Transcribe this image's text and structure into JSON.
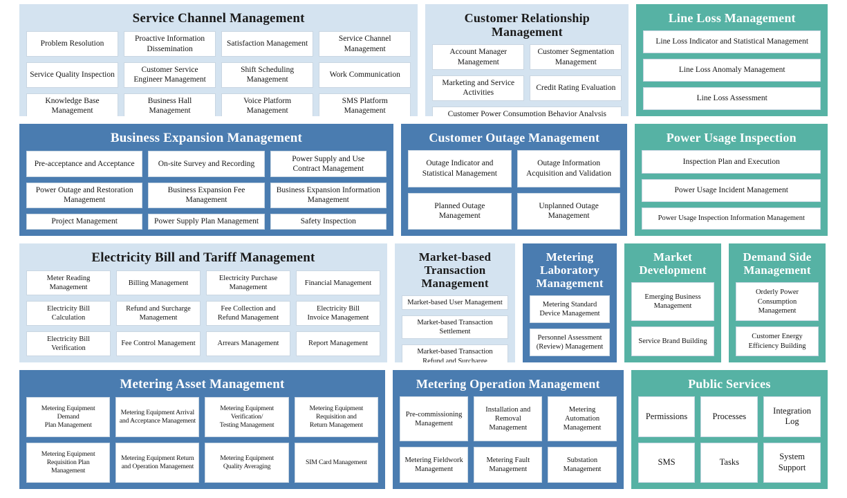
{
  "panels": {
    "service_channel": {
      "title": "Service Channel Management",
      "theme": "lightblue",
      "items": [
        "Problem Resolution",
        "Proactive Information\nDissemination",
        "Satisfaction Management",
        "Service Channel Management",
        "Service Quality Inspection",
        "Customer Service\nEngineer Management",
        "Shift Scheduling Management",
        "Work Communication",
        "Knowledge Base Management",
        "Business Hall Management",
        "Voice Platform Management",
        "SMS Platform Management"
      ]
    },
    "customer_relationship": {
      "title": "Customer Relationship Management",
      "theme": "lightblue",
      "items": [
        "Account Manager Management",
        "Customer Segmentation\nManagement",
        "Marketing and Service\nActivities",
        "Credit Rating Evaluation",
        "Customer Power Consumption Behavior Analysis"
      ]
    },
    "line_loss": {
      "title": "Line Loss Management",
      "theme": "green",
      "items": [
        "Line Loss Indicator and Statistical Management",
        "Line Loss Anomaly Management",
        "Line Loss Assessment"
      ]
    },
    "business_expansion": {
      "title": "Business Expansion Management",
      "theme": "darkblue",
      "items": [
        "Pre-acceptance and Acceptance",
        "On-site Survey and Recording",
        "Power Supply and Use\nContract Management",
        "Power Outage and Restoration\nManagement",
        "Business Expansion Fee Management",
        "Business Expansion Information\nManagement",
        "Project Management",
        "Power Supply Plan Management",
        "Safety Inspection"
      ]
    },
    "customer_outage": {
      "title": "Customer Outage Management",
      "theme": "darkblue",
      "items": [
        "Outage Indicator and\nStatistical Management",
        "Outage Information\nAcquisition and Validation",
        "Planned Outage\nManagement",
        "Unplanned Outage\nManagement"
      ]
    },
    "power_usage_inspection": {
      "title": "Power Usage Inspection",
      "theme": "green",
      "items": [
        "Inspection Plan and Execution",
        "Power Usage Incident Management",
        "Power Usage Inspection Information Management"
      ]
    },
    "electricity_bill": {
      "title": "Electricity Bill and Tariff Management",
      "theme": "lightblue",
      "items": [
        "Meter Reading Management",
        "Billing Management",
        "Electricity Purchase\nManagement",
        "Financial Management",
        "Electricity Bill Calculation",
        "Refund and Surcharge\nManagement",
        "Fee Collection and\nRefund Management",
        "Electricity Bill\nInvoice Management",
        "Electricity Bill Verification",
        "Fee Control Management",
        "Arrears Management",
        "Report Management"
      ]
    },
    "market_based": {
      "title": "Market-based\nTransaction Management",
      "theme": "lightblue",
      "items": [
        "Market-based User Management",
        "Market-based Transaction\nSettlement",
        "Market-based Transaction\nRefund and Surcharge"
      ]
    },
    "metering_laboratory": {
      "title": "Metering Laboratory\nManagement",
      "theme": "darkblue",
      "items": [
        "Metering Standard\nDevice Management",
        "Personnel Assessment\n(Review) Management"
      ]
    },
    "market_development": {
      "title": "Market\nDevelopment",
      "theme": "green",
      "items": [
        "Emerging Business\nManagement",
        "Service Brand Building"
      ]
    },
    "demand_side": {
      "title": "Demand Side\nManagement",
      "theme": "green",
      "items": [
        "Orderly Power\nConsumption Management",
        "Customer Energy\nEfficiency Building"
      ]
    },
    "metering_asset": {
      "title": "Metering Asset Management",
      "theme": "darkblue",
      "items": [
        "Metering Equipment Demand\nPlan Management",
        "Metering Equipment Arrival\nand Acceptance Management",
        "Metering Equipment\nVerification/\nTesting Management",
        "Metering Equipment\nRequisition and\nReturn Management",
        "Metering Equipment\nRequisition Plan Management",
        "Metering Equipment Return\nand Operation Management",
        "Metering Equipment\nQuality Averaging",
        "SIM Card Management"
      ]
    },
    "metering_operation": {
      "title": "Metering Operation Management",
      "theme": "darkblue",
      "items": [
        "Pre-commissioning\nManagement",
        "Installation and\nRemoval\nManagement",
        "Metering Automation\nManagement",
        "Metering Fieldwork\nManagement",
        "Metering Fault\nManagement",
        "Substation Management"
      ]
    },
    "public_services": {
      "title": "Public Services",
      "theme": "green",
      "items": [
        "Permissions",
        "Processes",
        "Integration Log",
        "SMS",
        "Tasks",
        "System Support"
      ]
    }
  },
  "colors": {
    "light_blue": "#d4e3f0",
    "dark_blue": "#4a7cb0",
    "green": "#56b2a4",
    "cell_background": "#ffffff",
    "cell_border": "#c9d6e2"
  }
}
